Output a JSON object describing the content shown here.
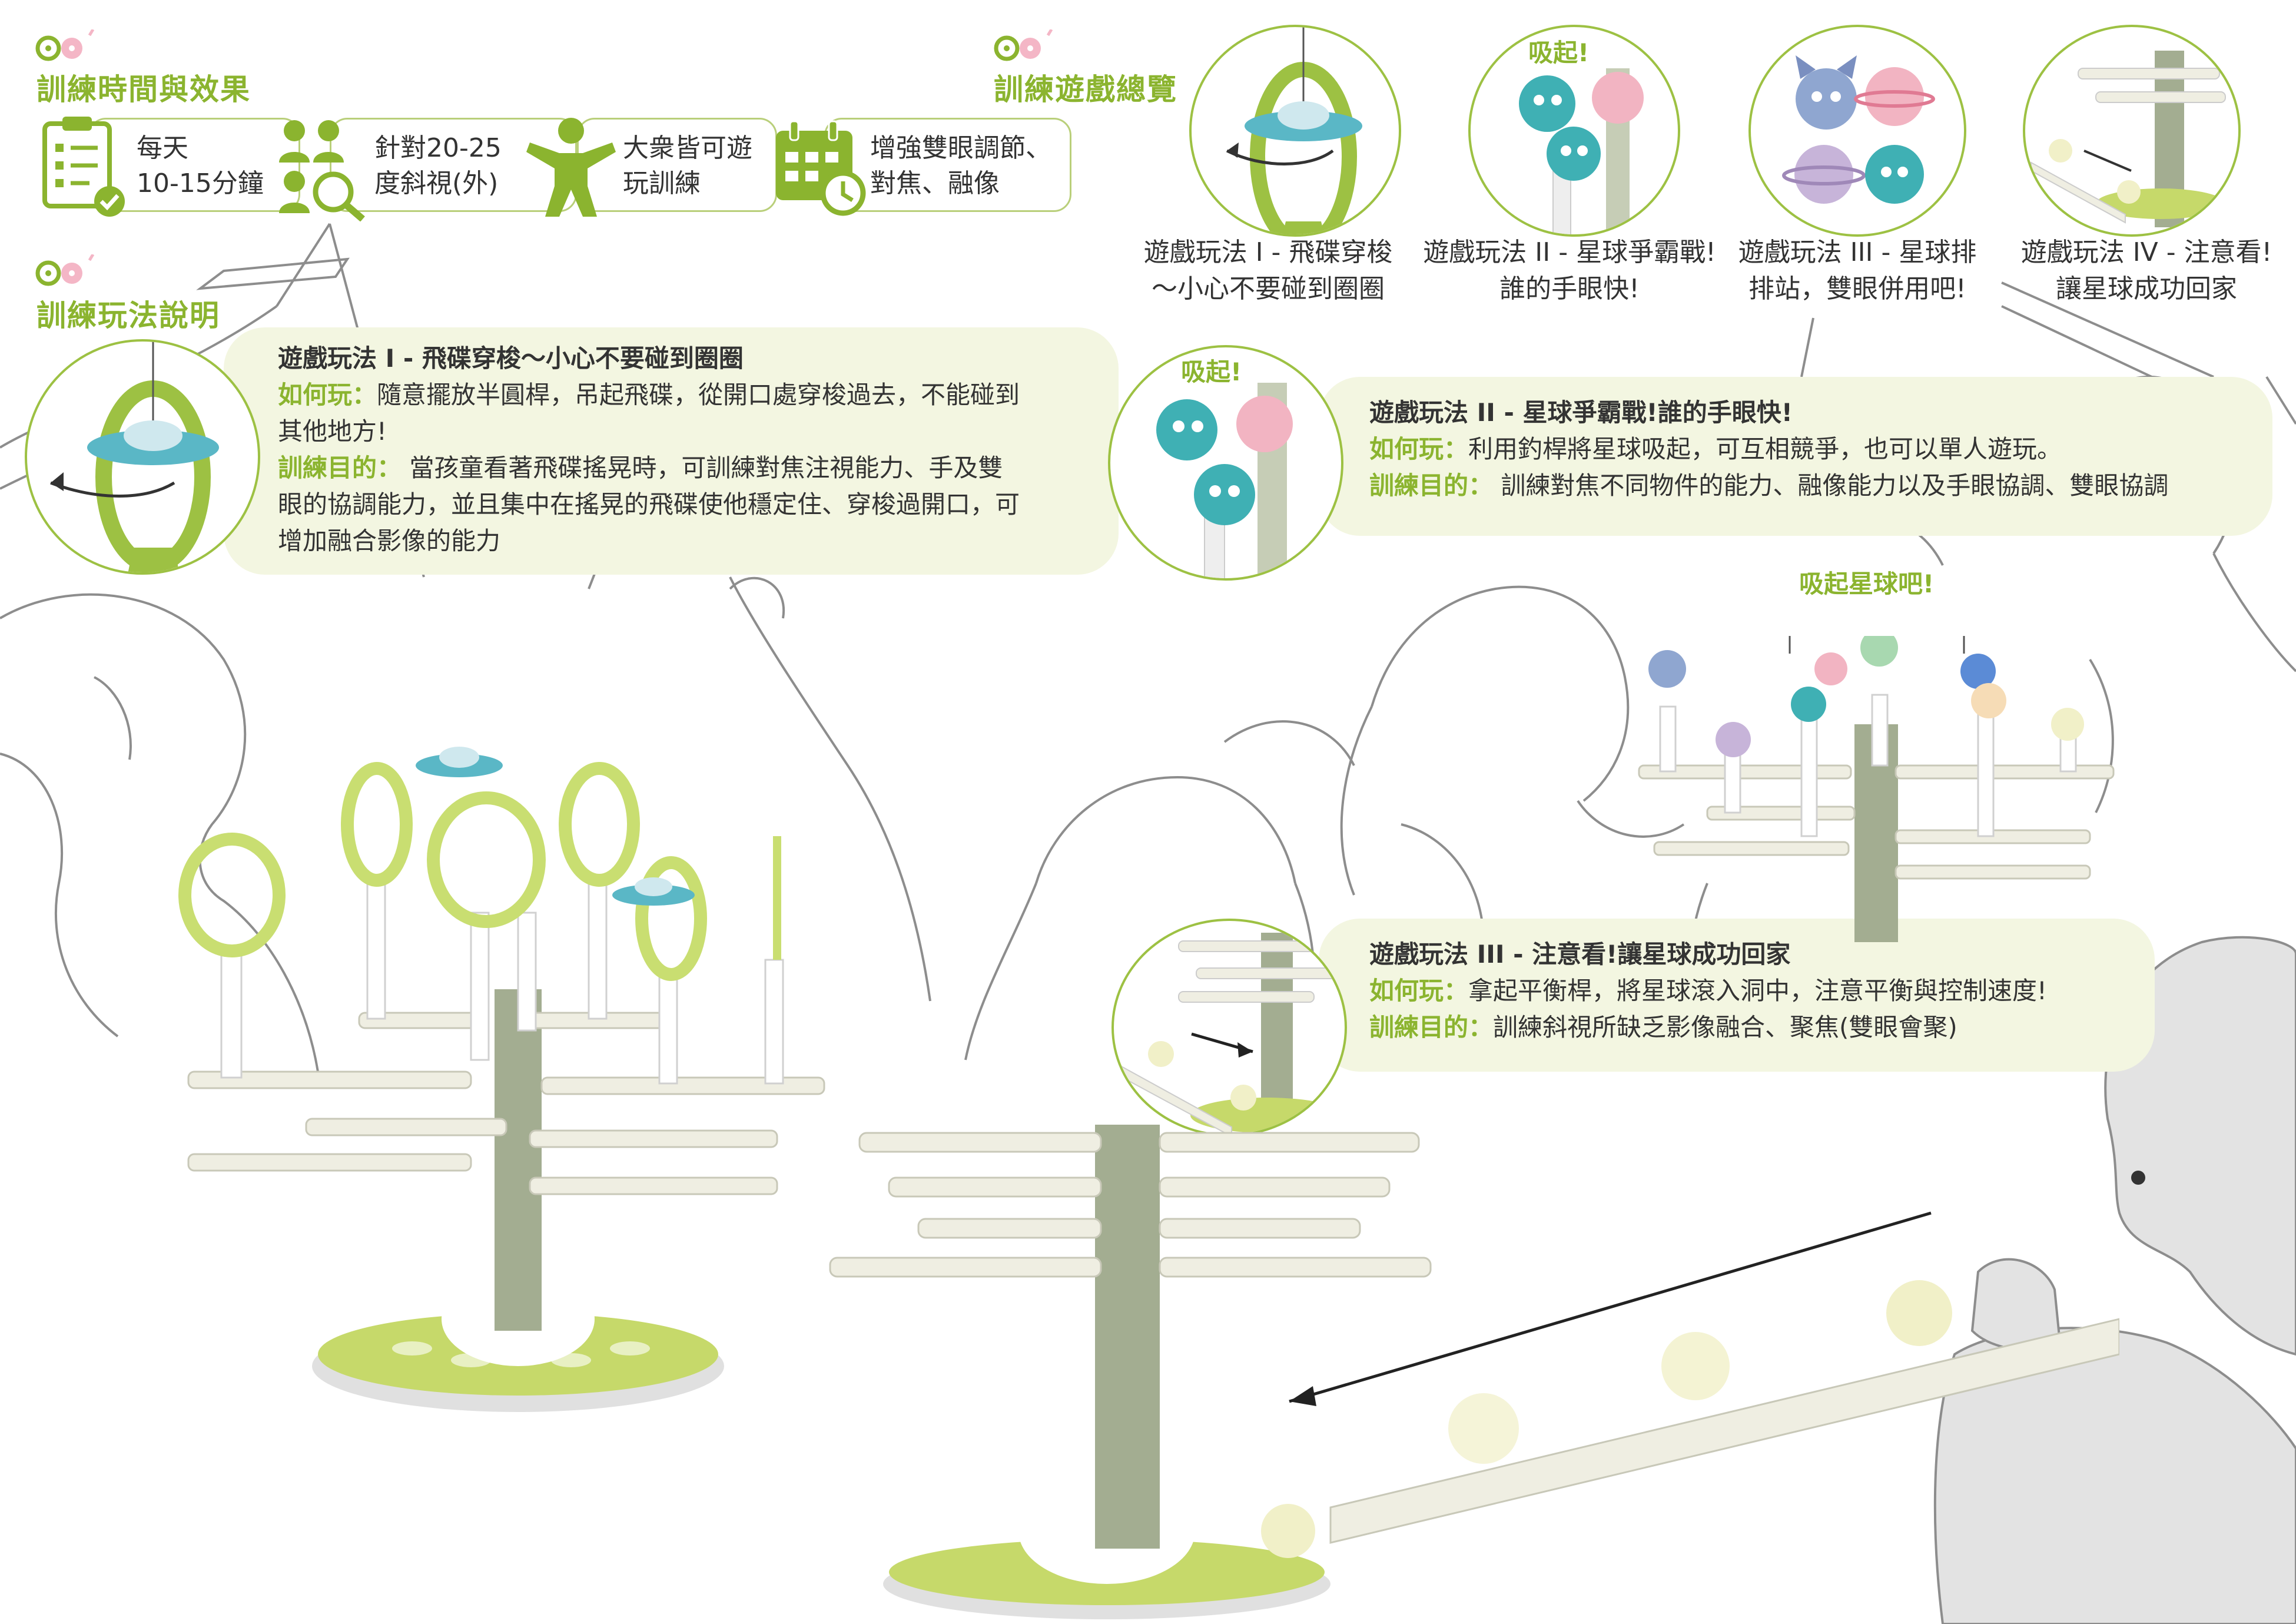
{
  "sections": {
    "time_effect": "訓練時間與效果",
    "overview": "訓練遊戲總覽",
    "howto": "訓練玩法說明"
  },
  "stats": [
    {
      "text": "每天\n10-15分鐘",
      "icon": "clipboard-icon"
    },
    {
      "text": "針對20-25\n度斜視(外)",
      "icon": "people-search-icon"
    },
    {
      "text": "大衆皆可遊\n玩訓練",
      "icon": "person-icon"
    },
    {
      "text": "增強雙眼調節、\n對焦、融像",
      "icon": "calendar-clock-icon"
    }
  ],
  "overview": [
    {
      "caption": "遊戲玩法 I - 飛碟穿梭\n～小心不要碰到圈圈"
    },
    {
      "caption": "遊戲玩法 II - 星球爭霸戰!\n誰的手眼快!",
      "badge": "吸起!"
    },
    {
      "caption": "遊戲玩法 III - 星球排\n排站，雙眼併用吧!"
    },
    {
      "caption": "遊戲玩法 IV - 注意看!\n讓星球成功回家"
    }
  ],
  "games": [
    {
      "title": "遊戲玩法 I - 飛碟穿梭～小心不要碰到圈圈",
      "how_label": "如何玩：",
      "how": "隨意擺放半圓桿，吊起飛碟，從開口處穿梭過去，不能碰到",
      "how2": "其他地方!",
      "goal_label": "訓練目的：",
      "goal": " 當孩童看著飛碟搖晃時，可訓練對焦注視能力、手及雙",
      "goal2": "眼的協調能力，並且集中在搖晃的飛碟使他穩定住、穿梭過開口，可",
      "goal3": "增加融合影像的能力"
    },
    {
      "title": "遊戲玩法 II - 星球爭霸戰!誰的手眼快!",
      "badge": "吸起!",
      "how_label": "如何玩：",
      "how": "利用釣桿將星球吸起，可互相競爭，也可以單人遊玩。",
      "goal_label": "訓練目的：",
      "goal": " 訓練對焦不同物件的能力、融像能力以及手眼協調、雙眼協調"
    },
    {
      "title": "遊戲玩法 III - 注意看!讓星球成功回家",
      "how_label": "如何玩：",
      "how": "拿起平衡桿，將星球滾入洞中，注意平衡與控制速度!",
      "goal_label": "訓練目的：",
      "goal": "訓練斜視所缺乏影像融合、聚焦(雙眼會聚)"
    }
  ],
  "labels": {
    "suck_planet": "吸起星球吧!"
  },
  "colors": {
    "accent": "#8bb42f",
    "bubble": "#f3f6e1",
    "stem": "#a3ad91",
    "base": "#c6d96a"
  }
}
